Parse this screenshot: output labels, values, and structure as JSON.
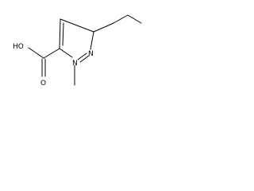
{
  "molecule": {
    "atoms": {
      "oh": "HO",
      "carbonyl_o": "O",
      "n1": "N",
      "n2": "N"
    }
  }
}
